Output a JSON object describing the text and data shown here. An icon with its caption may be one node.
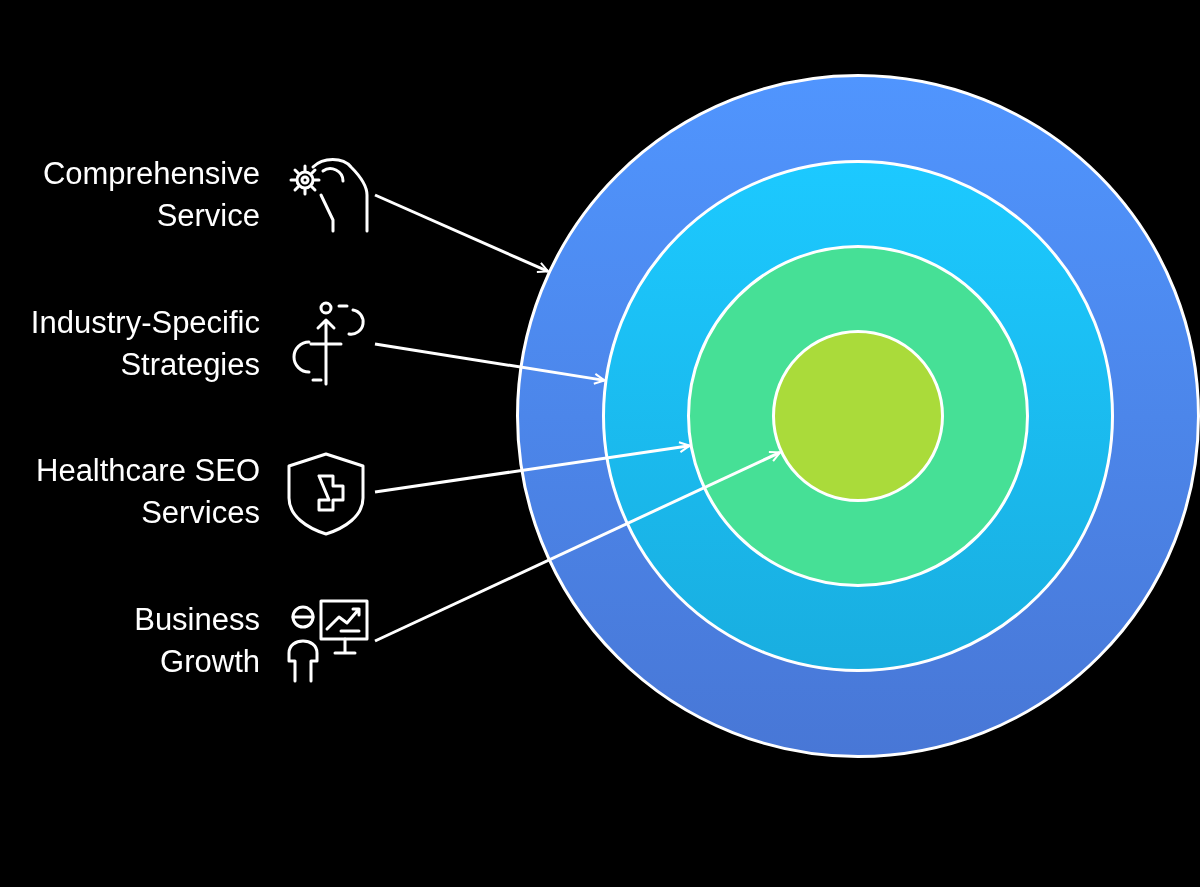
{
  "diagram": {
    "nodes": [
      {
        "text": [
          "Comprehensive Service"
        ]
      },
      {
        "text": [
          "Industry-Specific Strategies"
        ]
      },
      {
        "text": [
          "Healthcare SEO Services"
        ]
      },
      {
        "text": [
          "Business Growth"
        ]
      },
      {
        "text": [],
        "shape": "circle"
      },
      {
        "text": [],
        "shape": "circle",
        "in": 4
      },
      {
        "text": [],
        "shape": "circle",
        "in": 5
      },
      {
        "text": [],
        "shape": "circle",
        "in": 6
      }
    ],
    "edges": [
      {
        "from": 0,
        "to": 4,
        "arrow": "to"
      },
      {
        "from": 1,
        "to": 5,
        "arrow": "to"
      },
      {
        "from": 2,
        "to": 6,
        "arrow": "to"
      },
      {
        "from": 3,
        "to": 7,
        "arrow": "to"
      }
    ]
  }
}
